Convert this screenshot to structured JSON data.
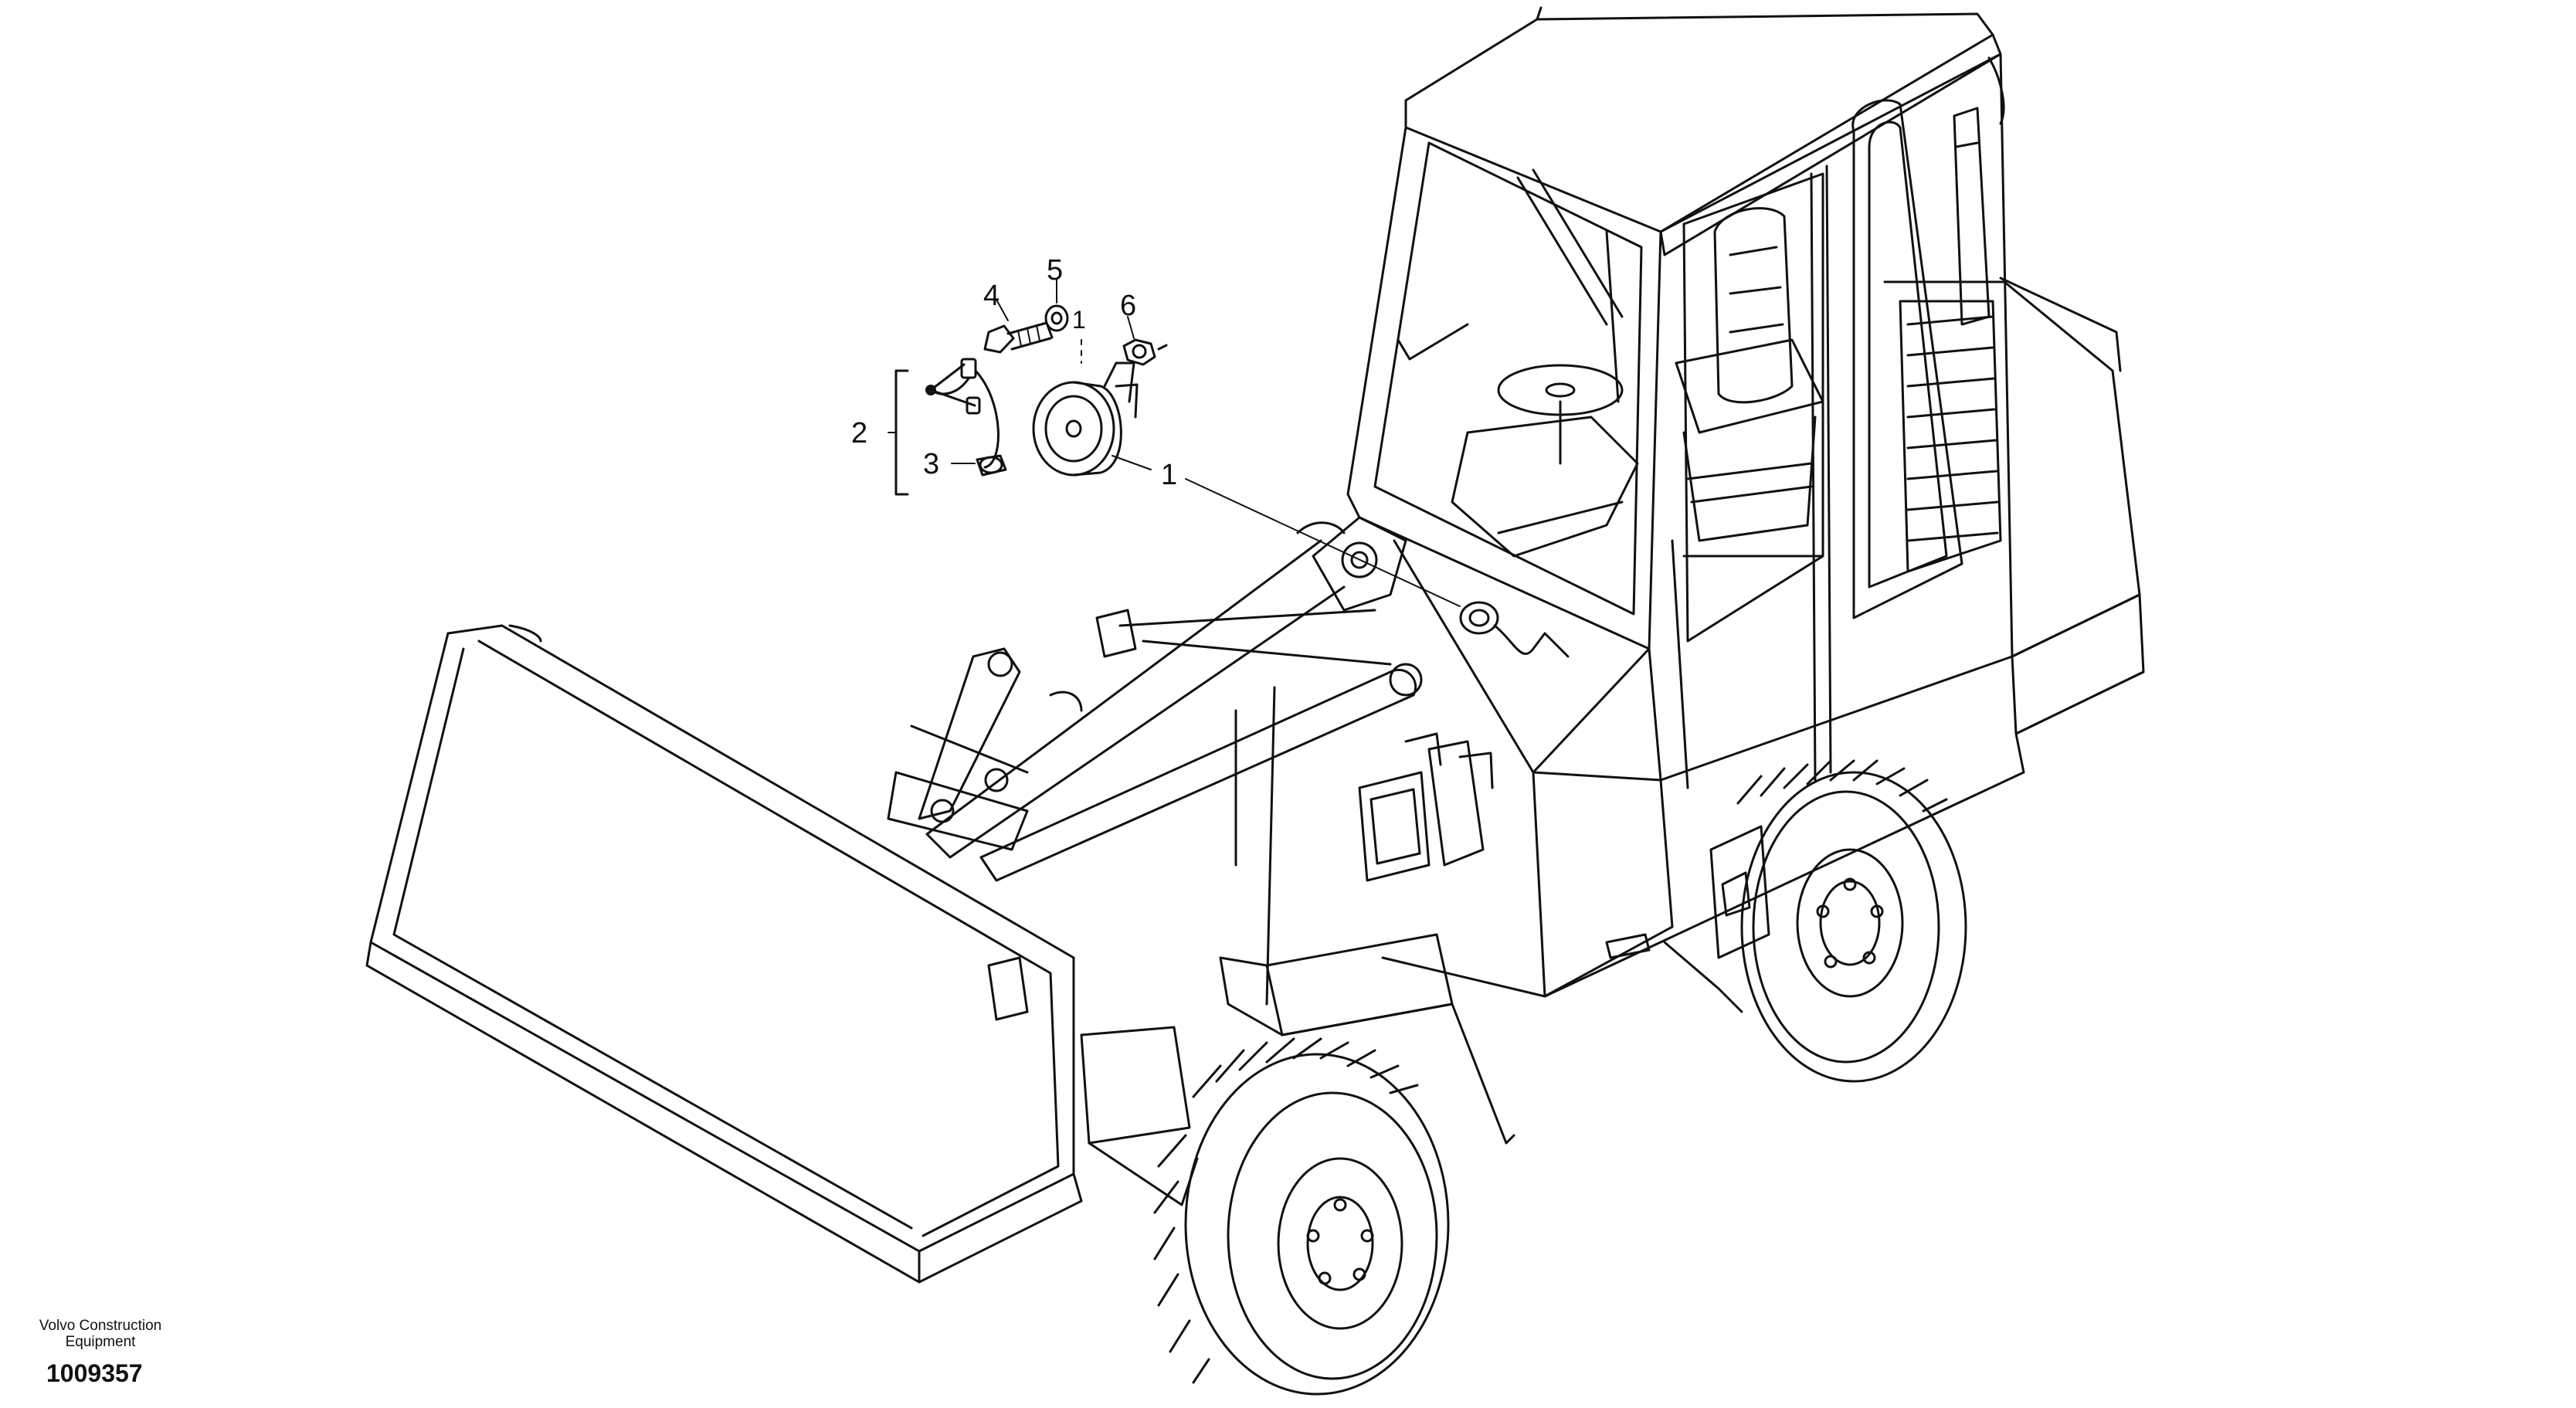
{
  "diagram": {
    "callouts": [
      {
        "id": "callout-1a",
        "label": "1"
      },
      {
        "id": "callout-1b",
        "label": "1"
      },
      {
        "id": "callout-2",
        "label": "2"
      },
      {
        "id": "callout-3",
        "label": "3"
      },
      {
        "id": "callout-4",
        "label": "4"
      },
      {
        "id": "callout-5",
        "label": "5"
      },
      {
        "id": "callout-6",
        "label": "6"
      }
    ]
  },
  "footer": {
    "brand_line1": "Volvo Construction",
    "brand_line2": "Equipment",
    "drawing_number": "1009357"
  }
}
